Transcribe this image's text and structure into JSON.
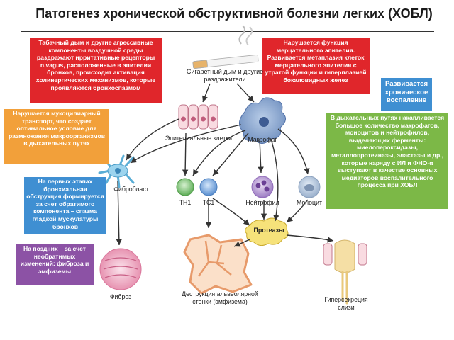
{
  "title": "Патогенез хронической обструктивной болезни легких (ХОБЛ)",
  "boxes": {
    "red_left": "Табачный дым и другие агрессивные компоненты воздушной среды раздражают ирритативные рецепторы n.vagus, расположенные в эпителии бронхов, происходит активация холинергических механизмов, которые проявляются бронхоспазмом",
    "red_right": "Нарушается функция мерцательного эпителия. Развивается метаплазия клеток мерцательного эпителия с утратой функции и гиперплазией бокаловидных желез",
    "blue_top_right": "Развивается хроническое воспаление",
    "orange": "Нарушается мукоцилиарный транспорт, что создает оптимальное условие для размножения микроорганизмов в дыхательных путях",
    "green": "В дыхательных путях накапливается большое количество макрофагов, моноцитов и нейтрофилов, выделяющих ферменты: миелопероксидазы, металлопротеиназы, эластазы и др., которые наряду с ИЛ и ФНО-α выступают в качестве основных медиаторов воспалительного процесса при ХОБЛ",
    "blue_left": "На первых этапах бронхиальная обструкция формируется за счет обратимого компонента – спазма гладкой мускулатуры бронхов",
    "purple": "На поздних – за счет необратимых изменений: фиброза и эмфиземы"
  },
  "labels": {
    "smoke": "Сигаретный дым и другие раздражители",
    "epithelial": "Эпителиальные клетки",
    "macrophage": "Макрофаг",
    "fibroblast": "Фибробласт",
    "th1": "TH1",
    "tc1": "TC1",
    "neutrophil": "Нейтрофил",
    "monocyte": "Моноцит",
    "proteases": "Протеазы",
    "fibrosis": "Фиброз",
    "destruction": "Деструкция альвеолярной стенки (эмфизема)",
    "hypersecretion": "Гиперсекреция слизи"
  },
  "colors": {
    "red": "#e0262b",
    "orange": "#f2a03a",
    "green": "#7cb847",
    "blue": "#3f8fd2",
    "purple": "#8c52a5",
    "protease_fill": "#f6e27a",
    "arrow": "#333333"
  }
}
